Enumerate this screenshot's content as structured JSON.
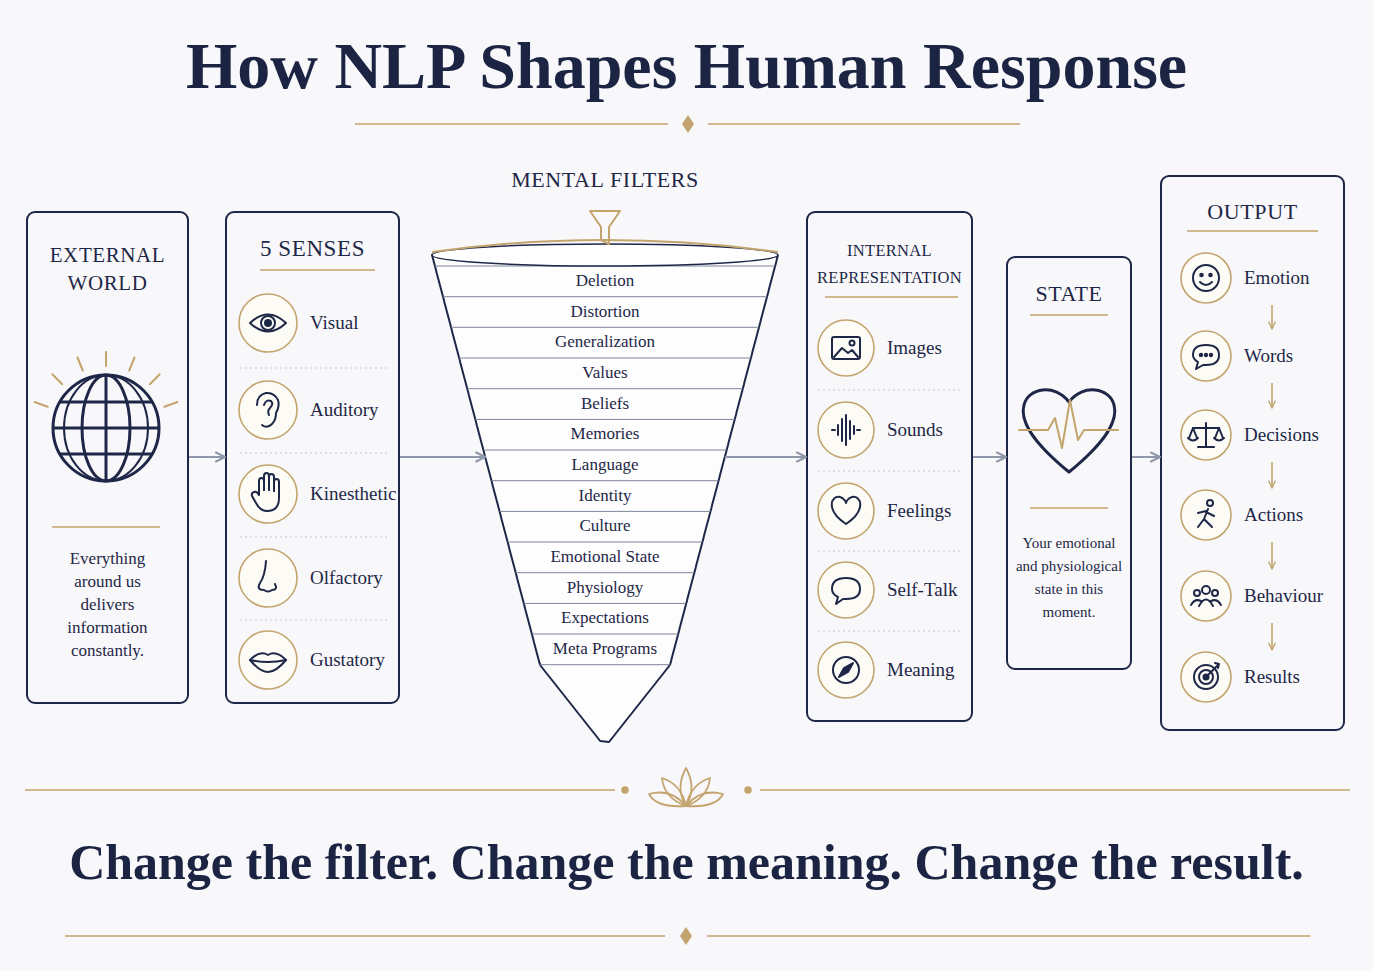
{
  "diagram": {
    "title": "How NLP Shapes Human Response",
    "caption": "Change the filter. Change the meaning. Change the result.",
    "nodes": [
      {
        "text": [
          "EXTERNAL WORLD",
          "Everything around us delivers information constantly."
        ]
      },
      {
        "text": [
          "5 SENSES"
        ]
      },
      {
        "text": [
          "Visual"
        ],
        "in": 1
      },
      {
        "text": [
          "Auditory"
        ],
        "in": 1
      },
      {
        "text": [
          "Kinesthetic"
        ],
        "in": 1
      },
      {
        "text": [
          "Olfactory"
        ],
        "in": 1
      },
      {
        "text": [
          "Gustatory"
        ],
        "in": 1
      },
      {
        "text": [
          "MENTAL FILTERS"
        ]
      },
      {
        "text": [
          "Deletion"
        ],
        "in": 7
      },
      {
        "text": [
          "Distortion"
        ],
        "in": 7
      },
      {
        "text": [
          "Generalization"
        ],
        "in": 7
      },
      {
        "text": [
          "Values"
        ],
        "in": 7
      },
      {
        "text": [
          "Beliefs"
        ],
        "in": 7
      },
      {
        "text": [
          "Memories"
        ],
        "in": 7
      },
      {
        "text": [
          "Language"
        ],
        "in": 7
      },
      {
        "text": [
          "Identity"
        ],
        "in": 7
      },
      {
        "text": [
          "Culture"
        ],
        "in": 7
      },
      {
        "text": [
          "Emotional State"
        ],
        "in": 7
      },
      {
        "text": [
          "Physiology"
        ],
        "in": 7
      },
      {
        "text": [
          "Expectations"
        ],
        "in": 7
      },
      {
        "text": [
          "Meta Programs"
        ],
        "in": 7
      },
      {
        "text": [
          "INTERNAL REPRESENTATION"
        ]
      },
      {
        "text": [
          "Images"
        ],
        "in": 21
      },
      {
        "text": [
          "Sounds"
        ],
        "in": 21
      },
      {
        "text": [
          "Feelings"
        ],
        "in": 21
      },
      {
        "text": [
          "Self-Talk"
        ],
        "in": 21
      },
      {
        "text": [
          "Meaning"
        ],
        "in": 21
      },
      {
        "text": [
          "STATE",
          "Your emotional and physiological state in this moment."
        ]
      },
      {
        "text": [
          "OUTPUT"
        ]
      },
      {
        "text": [
          "Emotion"
        ],
        "in": 28
      },
      {
        "text": [
          "Words"
        ],
        "in": 28
      },
      {
        "text": [
          "Decisions"
        ],
        "in": 28
      },
      {
        "text": [
          "Actions"
        ],
        "in": 28
      },
      {
        "text": [
          "Behaviour"
        ],
        "in": 28
      },
      {
        "text": [
          "Results"
        ],
        "in": 28
      }
    ],
    "edges": [
      {
        "from": 0,
        "to": 1,
        "arrow": "to"
      },
      {
        "from": 1,
        "to": 7,
        "arrow": "to"
      },
      {
        "from": 7,
        "to": 21,
        "arrow": "to"
      },
      {
        "from": 21,
        "to": 27,
        "arrow": "to"
      },
      {
        "from": 27,
        "to": 28,
        "arrow": "to"
      },
      {
        "from": 29,
        "to": 30,
        "arrow": "to"
      },
      {
        "from": 30,
        "to": 31,
        "arrow": "to"
      },
      {
        "from": 31,
        "to": 32,
        "arrow": "to"
      },
      {
        "from": 32,
        "to": 33,
        "arrow": "to"
      },
      {
        "from": 33,
        "to": 34,
        "arrow": "to"
      }
    ]
  }
}
